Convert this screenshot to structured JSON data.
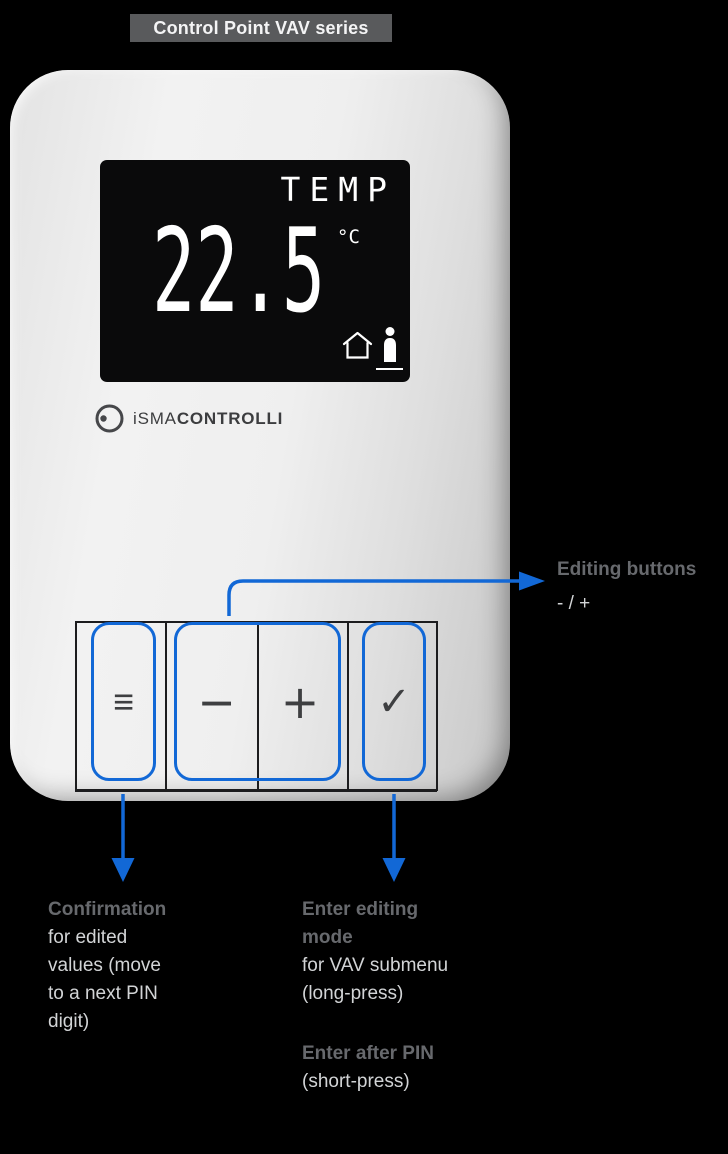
{
  "title": "Control Point VAV series",
  "device": {
    "display": {
      "label": "TEMP",
      "value": "22.5",
      "unit": "°C"
    },
    "brand": {
      "name_regular": "iSMA",
      "name_bold": "CONTROLLI"
    },
    "buttons": {
      "menu_glyph": "≡",
      "minus_glyph": "−",
      "plus_glyph": "+",
      "confirm_glyph": "✓"
    }
  },
  "annotations": {
    "editing_buttons": {
      "title": "Editing buttons",
      "subtitle": "- / +"
    },
    "confirmation": {
      "title": "Confirmation",
      "body": "for edited values (move to a next PIN digit)"
    },
    "enter_editing": {
      "title": "Enter editing mode",
      "body": "for VAV submenu (long-press)"
    },
    "enter_after_pin": {
      "title": "Enter after PIN",
      "body": "(short-press)"
    }
  },
  "colors": {
    "background": "#000000",
    "accent_blue": "#1268d6",
    "title_badge_bg": "#595a5c",
    "heading_gray": "#67696d",
    "body_gray": "#d2d4d6",
    "device_gray": "#e9e9e9",
    "lcd_bg": "#0a0a0b",
    "lcd_text": "#ffffff",
    "glyph_gray": "#3e3f41"
  }
}
